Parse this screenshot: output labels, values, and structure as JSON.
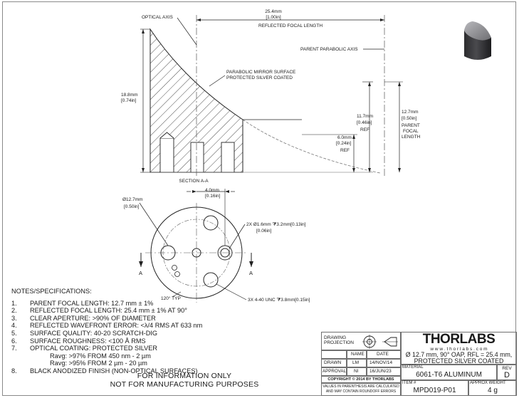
{
  "drawing": {
    "labels": {
      "optical_axis": "OPTICAL AXIS",
      "parent_parabolic_axis": "PARENT PARABOLIC AXIS",
      "mirror_surface_line1": "PARABOLIC MIRROR SURFACE",
      "mirror_surface_line2": "PROTECTED SILVER COATED",
      "section": "SECTION A-A",
      "section_marker": "A"
    },
    "dimensions": {
      "rfl_mm": "25.4mm",
      "rfl_in": "[1.00in]",
      "rfl_label": "REFLECTED FOCAL LENGTH",
      "height_mm": "18.8mm",
      "height_in": "[0.74in]",
      "ref_11_7_mm": "11.7mm",
      "ref_11_7_in": "[0.46in]",
      "ref_6_0_mm": "6.0mm",
      "ref_6_0_in": "[0.24in]",
      "ref": "REF",
      "pfl_mm": "12.7mm",
      "pfl_in": "[0.50in]",
      "pfl_label1": "PARENT",
      "pfl_label2": "FOCAL",
      "pfl_label3": "LENGTH",
      "dia_mm": "Ø12.7mm",
      "dia_in": "[0.50in]",
      "spacing_mm": "4.0mm",
      "spacing_in": "[0.16in]",
      "holes_line1": "2X Ø1.6mm ⧩3.2mm[0.13in]",
      "holes_line2": "[0.06in]",
      "tapped": "3X 4-40 UNC ⧩3.8mm[0.15in]",
      "angle": "120° TYP"
    }
  },
  "notes": {
    "header": "NOTES/SPECIFICATIONS:",
    "items": [
      {
        "num": "1.",
        "text": "PARENT FOCAL LENGTH: 12.7 mm ± 1%"
      },
      {
        "num": "2.",
        "text": "REFLECTED FOCAL LENGTH: 25.4 mm ± 1% AT 90°"
      },
      {
        "num": "3.",
        "text": "CLEAR APERTURE: >90% OF DIAMETER"
      },
      {
        "num": "4.",
        "text": "REFLECTED WAVEFRONT ERROR: <λ/4 RMS AT 633 nm"
      },
      {
        "num": "5.",
        "text": "SURFACE QUALITY: 40-20 SCRATCH-DIG"
      },
      {
        "num": "6.",
        "text": "SURFACE ROUGHNESS: <100 Å RMS"
      },
      {
        "num": "7.",
        "text": "OPTICAL COATING: PROTECTED SILVER"
      }
    ],
    "sub1": "Ravg: >97% FROM 450 nm - 2 µm",
    "sub2": "Ravg: >95% FROM 2 µm - 20 µm",
    "item8": {
      "num": "8.",
      "text": "BLACK ANODIZED FINISH (NON-OPTICAL SURFACES)"
    },
    "for_info_line1": "FOR INFORMATION ONLY",
    "for_info_line2": "NOT FOR MANUFACTURING PURPOSES"
  },
  "title_block": {
    "drawing_projection_line1": "DRAWING",
    "drawing_projection_line2": "PROJECTION",
    "col_name": "NAME",
    "col_date": "DATE",
    "drawn_label": "DRAWN",
    "drawn_name": "LM",
    "drawn_date": "14/NOV/14",
    "approval_label": "APPROVAL",
    "approval_name": "NI",
    "approval_date": "16/JUN/23",
    "copyright": "COPYRIGHT © 2014 BY THORLABS",
    "rounding_line1": "VALUES IN PARENTHESIS ARE CALCULATED",
    "rounding_line2": "AND MAY CONTAIN ROUNDOFF ERRORS",
    "logo": "THORLABS",
    "website": "w w w . t h o r l a b s . c o m",
    "description_line1": "Ø 12.7 mm, 90° OAP, RFL = 25.4 mm,",
    "description_line2": "PROTECTED SILVER COATED",
    "material_label": "MATERIAL",
    "material": "6061-T6 ALUMINUM",
    "rev_label": "REV",
    "rev": "D",
    "item_label": "ITEM #",
    "item": "MPD019-P01",
    "weight_label": "APPROX WEIGHT",
    "weight": "4 g"
  }
}
